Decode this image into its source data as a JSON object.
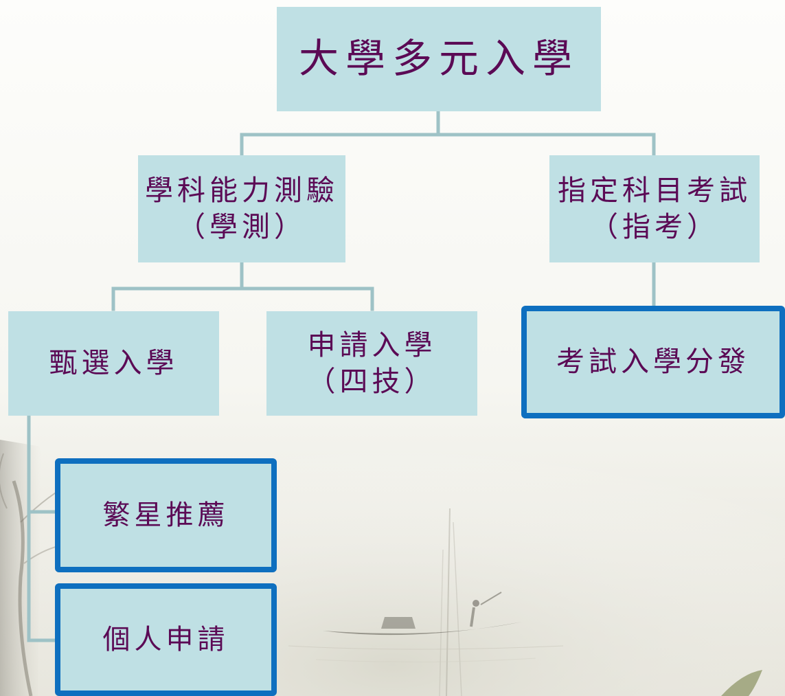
{
  "diagram": {
    "root": {
      "label": "大學多元入學"
    },
    "exam_gsat": {
      "line1": "學科能力測驗",
      "line2": "（學測）"
    },
    "exam_ast": {
      "line1": "指定科目考試",
      "line2": "（指考）"
    },
    "selection_admission": {
      "label": "甄選入學"
    },
    "apply_four_year": {
      "line1": "申請入學",
      "line2": "（四技）"
    },
    "exam_placement": {
      "label": "考試入學分發"
    },
    "star_recommendation": {
      "label": "繁星推薦"
    },
    "personal_application": {
      "label": "個人申請"
    }
  },
  "colors": {
    "node_fill": "#bfe0e4",
    "text": "#5b0a55",
    "highlight_border": "#0e6fbf",
    "connector": "#9ec2c6"
  }
}
